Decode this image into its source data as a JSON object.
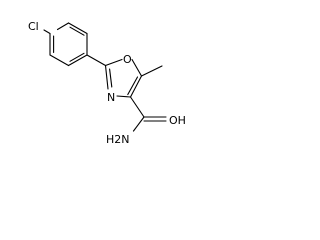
{
  "molecule": {
    "atoms": {
      "chlorine": "Cl",
      "oxazole_oxygen": "O",
      "oxazole_nitrogen": "N",
      "carbonyl_oxygen": "OH",
      "amide_nitrogen": "H2N"
    },
    "colors": {
      "bond": "#000000",
      "label": "#000000",
      "background": "#ffffff"
    }
  }
}
